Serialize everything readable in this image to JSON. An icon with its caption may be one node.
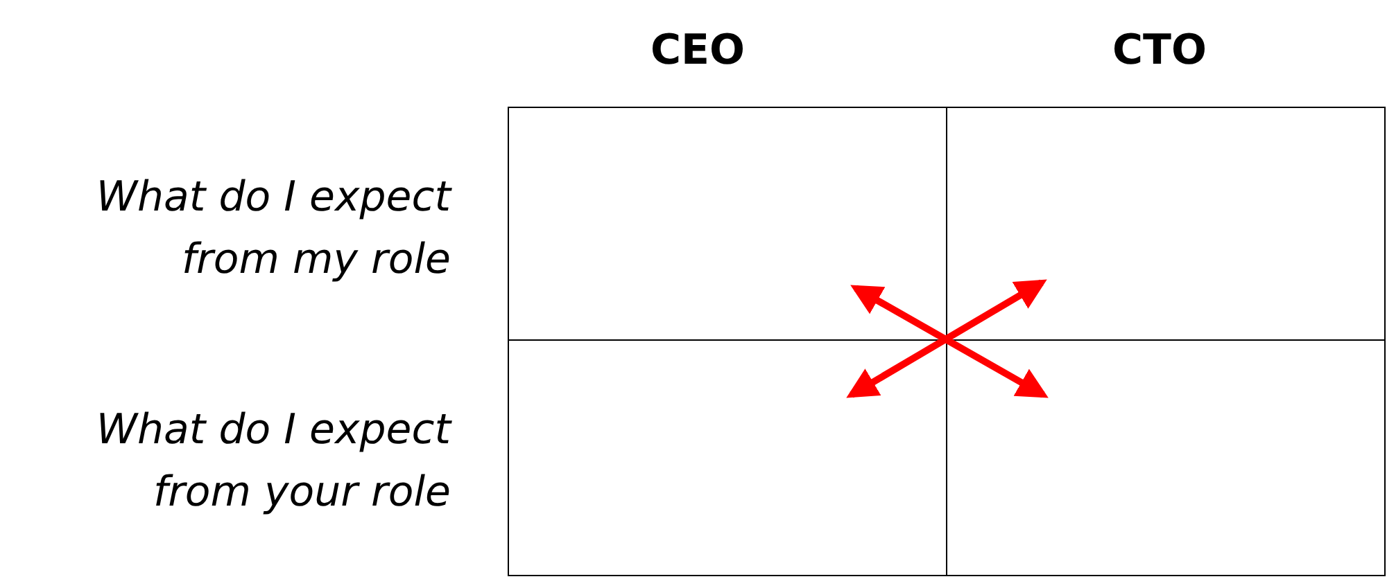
{
  "diagram": {
    "nodes": [
      {
        "text": [],
        "shape": "box"
      },
      {
        "text": [],
        "shape": "box"
      },
      {
        "text": [],
        "shape": "box"
      },
      {
        "text": [],
        "shape": "box"
      }
    ],
    "edges": [
      {
        "from": 0,
        "to": 3,
        "arrow": "both"
      },
      {
        "from": 1,
        "to": 2,
        "arrow": "both"
      }
    ],
    "labels": [
      "CEO",
      "CTO",
      "What do I expect from my role",
      "What do I expect from your role"
    ]
  }
}
